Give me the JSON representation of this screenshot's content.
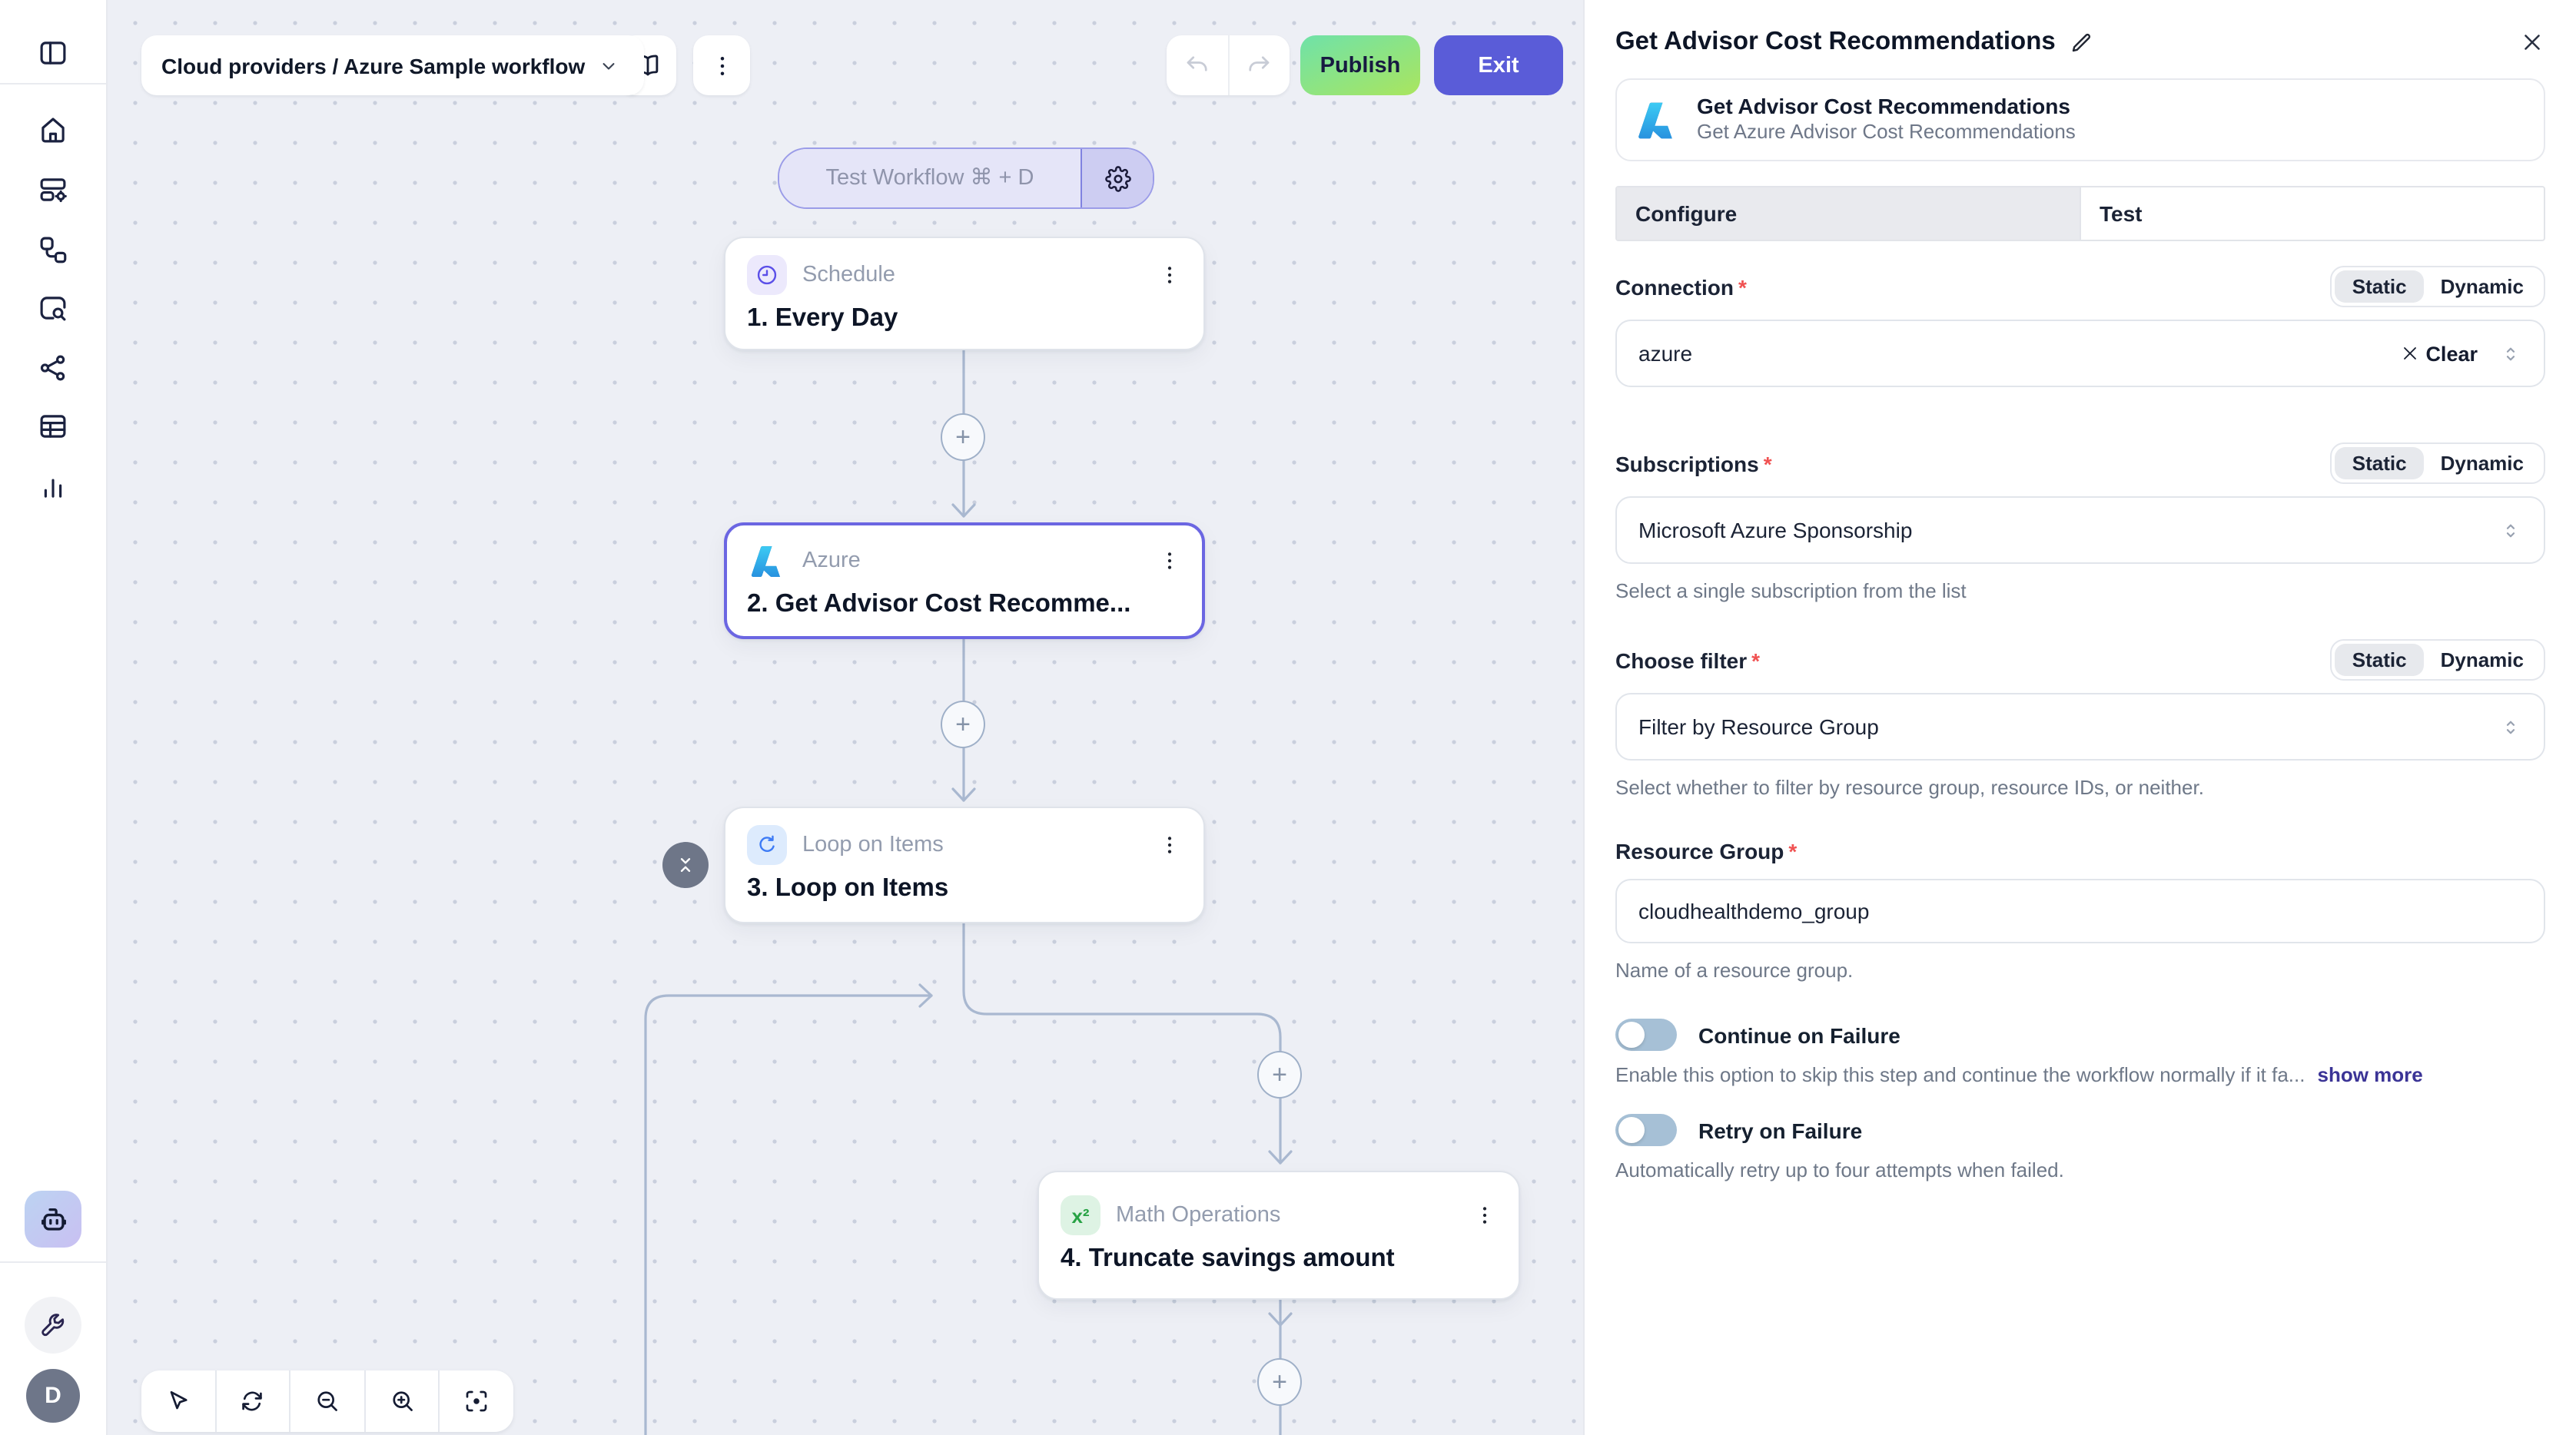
{
  "topbar": {
    "breadcrumb": "Cloud providers / Azure Sample workflow",
    "publish": "Publish",
    "exit": "Exit"
  },
  "canvas": {
    "test_button": "Test Workflow ⌘ + D",
    "plus_glyph": "+",
    "nodes": [
      {
        "type": "Schedule",
        "title": "1. Every Day"
      },
      {
        "type": "Azure",
        "title": "2. Get Advisor Cost Recomme..."
      },
      {
        "type": "Loop on Items",
        "title": "3. Loop on Items"
      },
      {
        "type": "Math Operations",
        "title": "4. Truncate savings amount",
        "icon_glyph": "x²"
      }
    ]
  },
  "panel": {
    "title": "Get Advisor Cost Recommendations",
    "card": {
      "name": "Get Advisor Cost Recommendations",
      "description": "Get Azure Advisor Cost Recommendations"
    },
    "tabs": {
      "configure": "Configure",
      "test": "Test"
    },
    "modes": {
      "static": "Static",
      "dynamic": "Dynamic"
    },
    "required_mark": "*",
    "fields": {
      "connection": {
        "label": "Connection",
        "value": "azure",
        "clear": "Clear"
      },
      "subscriptions": {
        "label": "Subscriptions",
        "value": "Microsoft Azure Sponsorship",
        "helper": "Select a single subscription from the list"
      },
      "filter": {
        "label": "Choose filter",
        "value": "Filter by Resource Group",
        "helper": "Select whether to filter by resource group, resource IDs, or neither."
      },
      "resource_group": {
        "label": "Resource Group",
        "value": "cloudhealthdemo_group",
        "helper": "Name of a resource group."
      }
    },
    "toggles": {
      "continue": {
        "label": "Continue on Failure",
        "helper": "Enable this option to skip this step and continue the workflow normally if it fa...",
        "link": "show more"
      },
      "retry": {
        "label": "Retry on Failure",
        "helper": "Automatically retry up to four attempts when failed."
      }
    }
  },
  "sidebar": {
    "avatar": "D"
  },
  "colors": {
    "accent": "#5a5cd8",
    "publish_gradient_start": "#6fe2a9",
    "publish_gradient_end": "#a7e562",
    "selected_node_border": "#6b66e2",
    "edge": "#a9b8d0",
    "canvas_bg": "#edeff5"
  }
}
